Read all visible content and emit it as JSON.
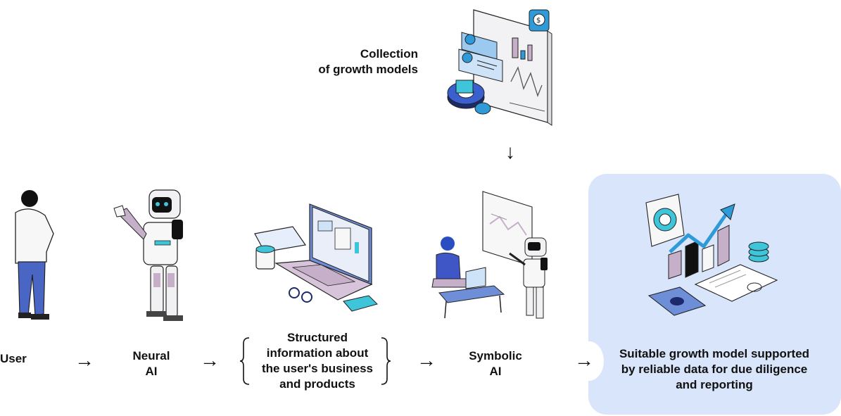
{
  "top_source": {
    "line1": "Collection",
    "line2": "of growth models"
  },
  "flow": {
    "user": "User",
    "neural_ai": [
      "Neural",
      "AI"
    ],
    "structured": [
      "Structured",
      "information about",
      "the user's business",
      "and products"
    ],
    "symbolic_ai": [
      "Symbolic",
      "AI"
    ],
    "result": [
      "Suitable growth model supported",
      "by reliable data for due diligence",
      "and reporting"
    ]
  },
  "arrows": {
    "right": "→",
    "down": "↓"
  },
  "colors": {
    "accent_blue": "#2f9ad8",
    "cyan": "#3fc5d9",
    "lavender": "#c5afc9",
    "dark_navy": "#1c2a6b",
    "panel": "#d9e5fb"
  }
}
